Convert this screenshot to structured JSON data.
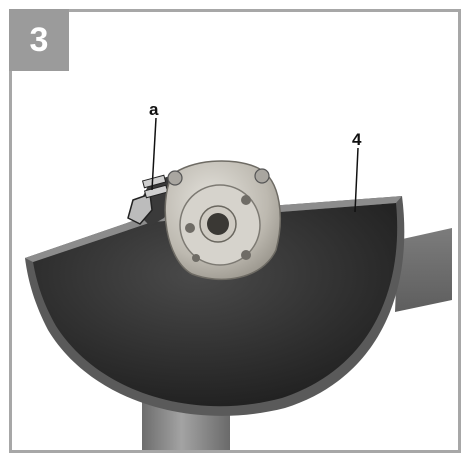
{
  "figure": {
    "step_number": "3",
    "callouts": [
      {
        "id": "a",
        "label": "a"
      },
      {
        "id": "4",
        "label": "4"
      }
    ]
  },
  "colors": {
    "frame": "#a7a7a7",
    "badge": "#9b9b9b",
    "guard_dark": "#2b2b2b",
    "flange": "#c9c6bf",
    "shaft": "#8a8a8a"
  }
}
